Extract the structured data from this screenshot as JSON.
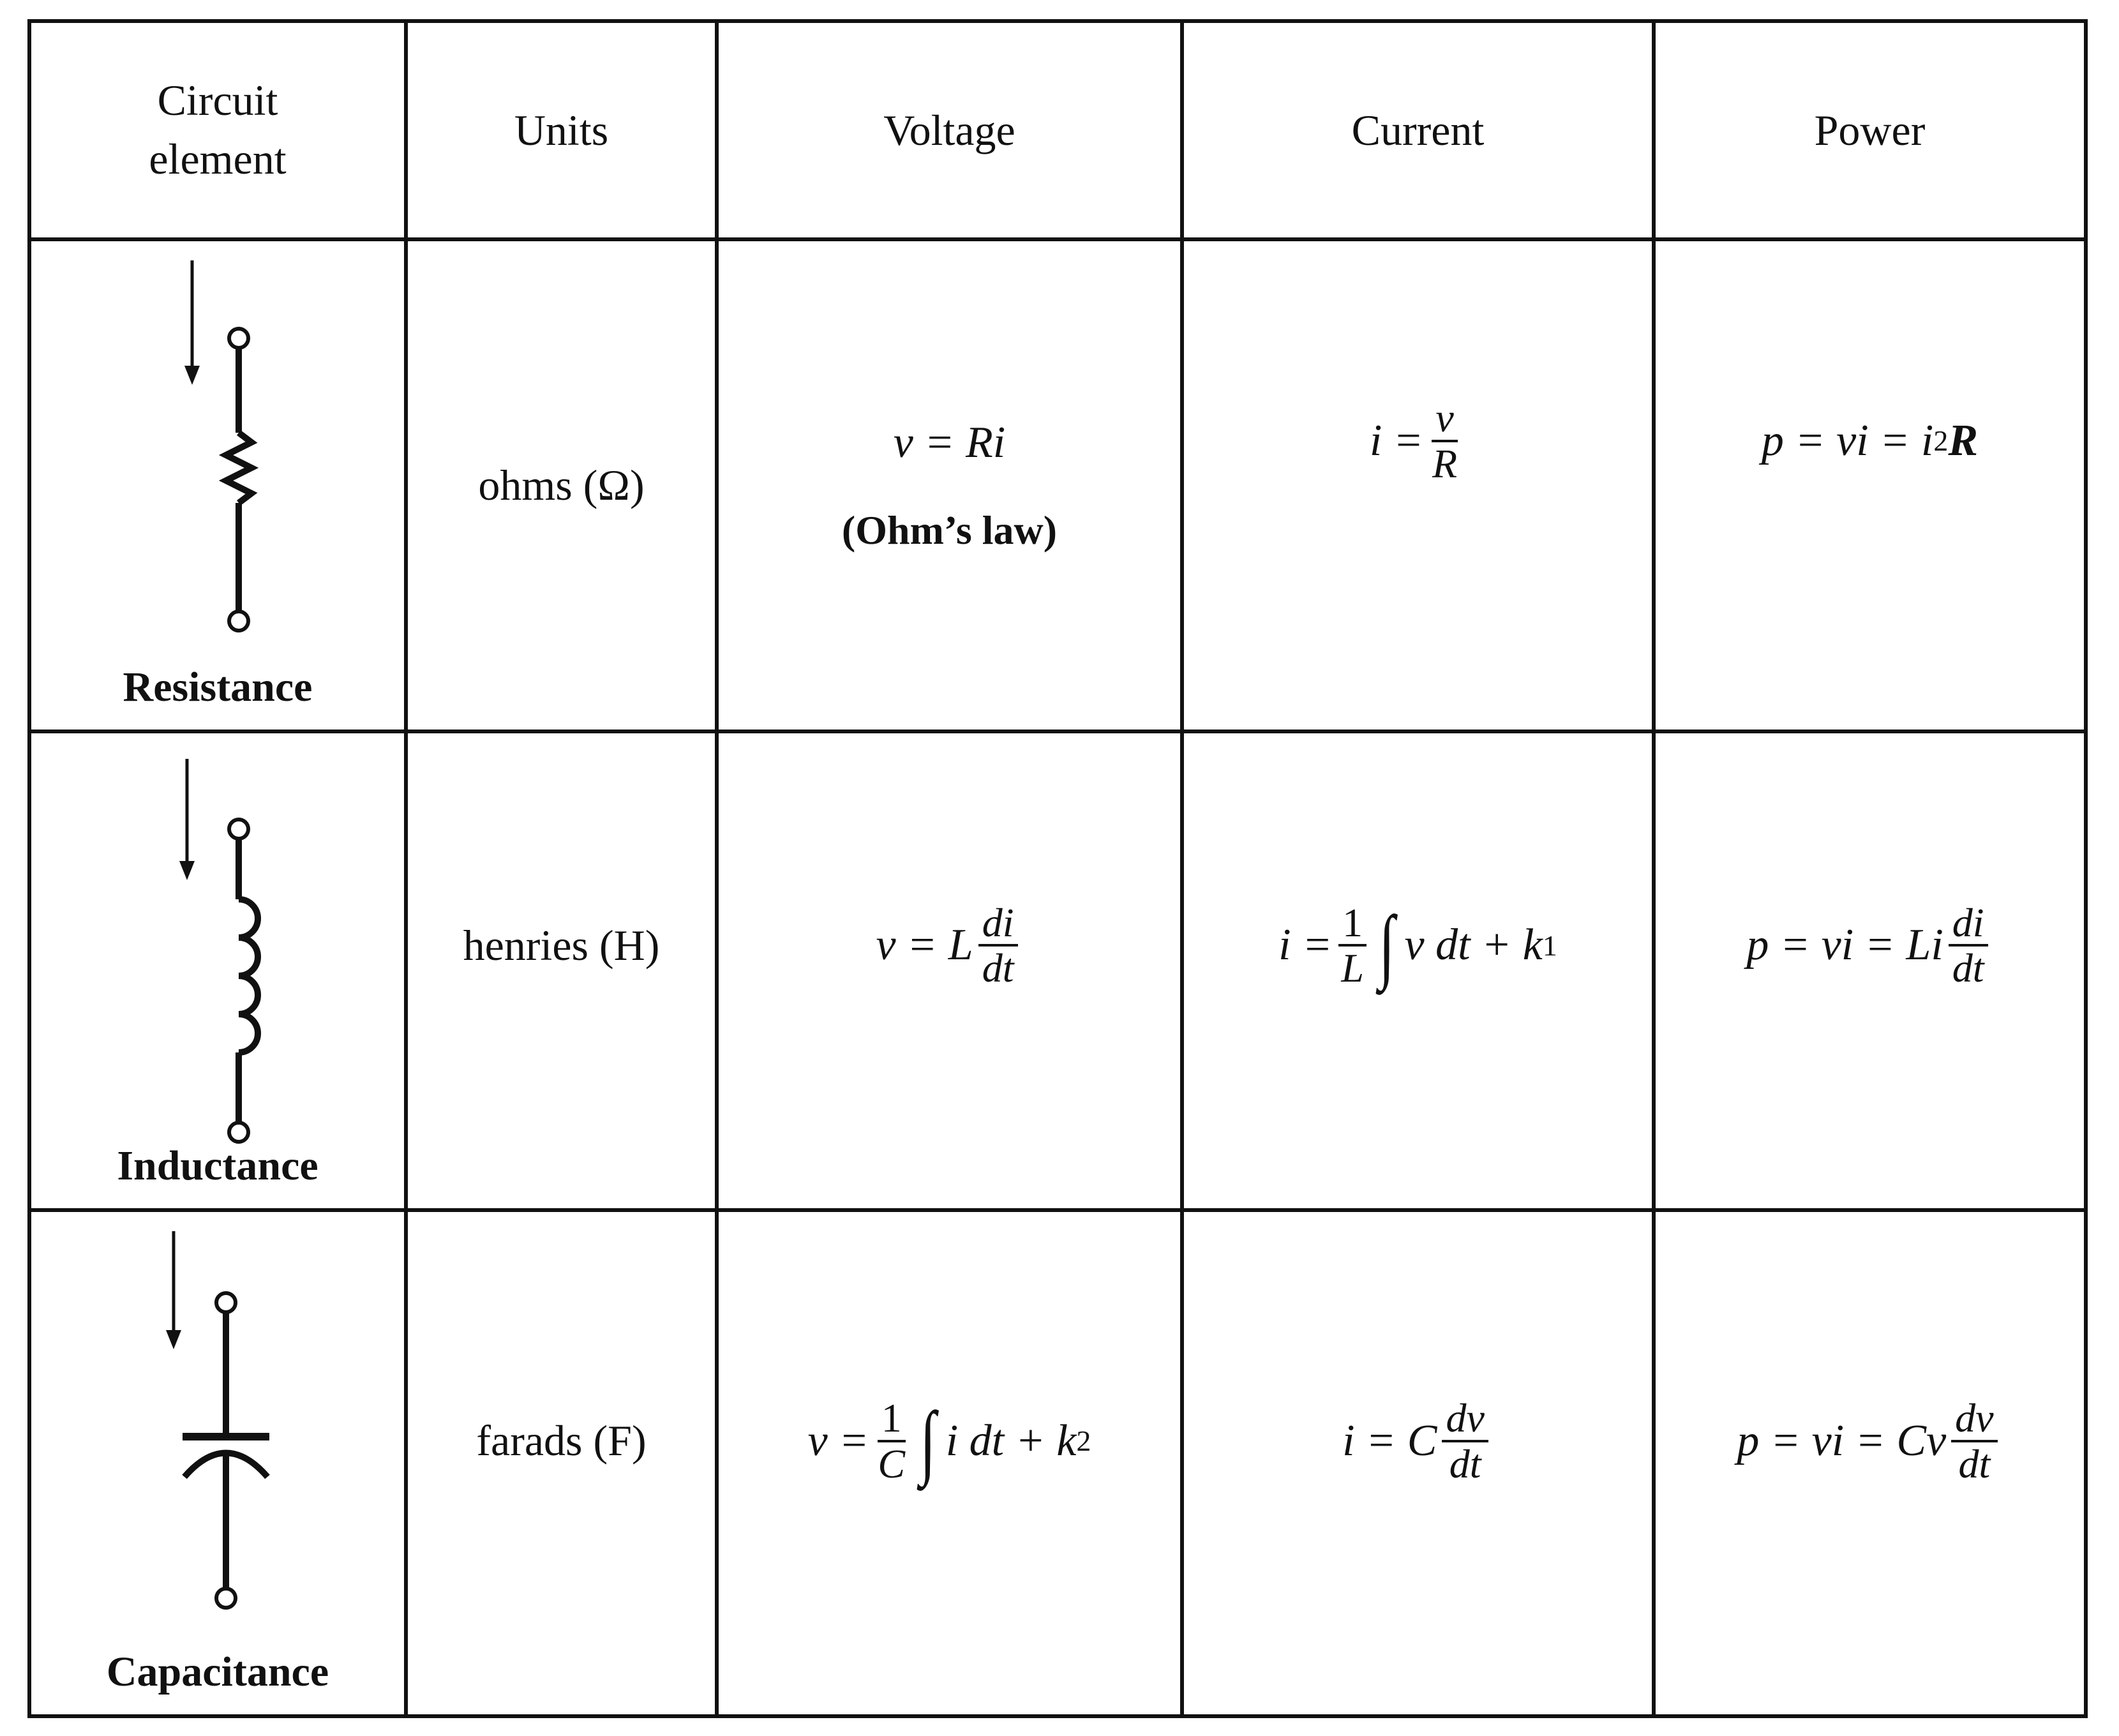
{
  "headers": {
    "element": "Circuit element",
    "units": "Units",
    "voltage": "Voltage",
    "current": "Current",
    "power": "Power"
  },
  "rows": [
    {
      "element": "Resistance",
      "symbol": "resistor-symbol",
      "units": "ohms (Ω)",
      "voltage": {
        "pre": "v = Ri",
        "note": "(Ohm’s law)"
      },
      "current": {
        "pre": "i =",
        "num": "v",
        "den": "R"
      },
      "power": {
        "pre": "p = vi = i",
        "sup": "2",
        "post": "R"
      }
    },
    {
      "element": "Inductance",
      "symbol": "inductor-symbol",
      "units": "henries (H)",
      "voltage": {
        "pre": "v = L",
        "num": "di",
        "den": "dt"
      },
      "current": {
        "pre": "i =",
        "num": "1",
        "den": "L",
        "integral": "∫",
        "post": "v dt + k",
        "sub": "1"
      },
      "power": {
        "pre": "p = vi = Li",
        "num": "di",
        "den": "dt"
      }
    },
    {
      "element": "Capacitance",
      "symbol": "capacitor-symbol",
      "units": "farads (F)",
      "voltage": {
        "pre": "v =",
        "num": "1",
        "den": "C",
        "integral": "∫",
        "post": "i dt + k",
        "sub": "2"
      },
      "current": {
        "pre": "i = C",
        "num": "dv",
        "den": "dt"
      },
      "power": {
        "pre": "p = vi = Cv",
        "num": "dv",
        "den": "dt"
      }
    }
  ]
}
